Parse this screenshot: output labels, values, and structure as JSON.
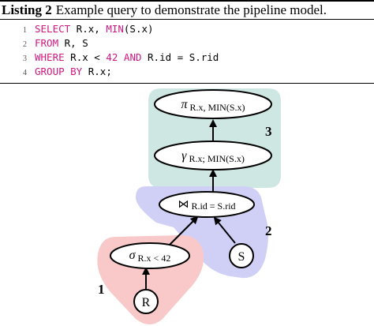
{
  "listing": {
    "label": "Listing 2",
    "caption": "Example query to demonstrate the pipeline model.",
    "lines": [
      {
        "no": "1",
        "parts": [
          {
            "t": "SELECT",
            "kw": true
          },
          {
            "t": " R.x, ",
            "kw": false
          },
          {
            "t": "MIN",
            "kw": true
          },
          {
            "t": "(S.x)",
            "kw": false
          }
        ]
      },
      {
        "no": "2",
        "parts": [
          {
            "t": "FROM",
            "kw": true
          },
          {
            "t": " R, S",
            "kw": false
          }
        ]
      },
      {
        "no": "3",
        "parts": [
          {
            "t": "WHERE",
            "kw": true
          },
          {
            "t": " R.x < ",
            "kw": false
          },
          {
            "t": "42",
            "kw": true
          },
          {
            "t": " ",
            "kw": false
          },
          {
            "t": "AND",
            "kw": true
          },
          {
            "t": " R.id = S.rid",
            "kw": false
          }
        ]
      },
      {
        "no": "4",
        "parts": [
          {
            "t": "GROUP BY",
            "kw": true
          },
          {
            "t": " R.x;",
            "kw": false
          }
        ]
      }
    ]
  },
  "diagram": {
    "colors": {
      "pipeline1": "#f9c9c9",
      "pipeline2": "#d0d0f7",
      "pipeline3": "#cfe7e3",
      "keyword": "#d01881"
    },
    "nodes": {
      "projection": {
        "symbol": "π",
        "sub": "R.x, MIN(S.x)"
      },
      "groupby": {
        "symbol": "γ",
        "sub": "R.x; MIN(S.x)"
      },
      "join": {
        "symbol": "⋈",
        "sub": "R.id = S.rid"
      },
      "selection": {
        "symbol": "σ",
        "sub": "R.x < 42"
      },
      "scan_r": {
        "label": "R"
      },
      "scan_s": {
        "label": "S"
      }
    },
    "pipelines": {
      "p1": "1",
      "p2": "2",
      "p3": "3"
    }
  }
}
